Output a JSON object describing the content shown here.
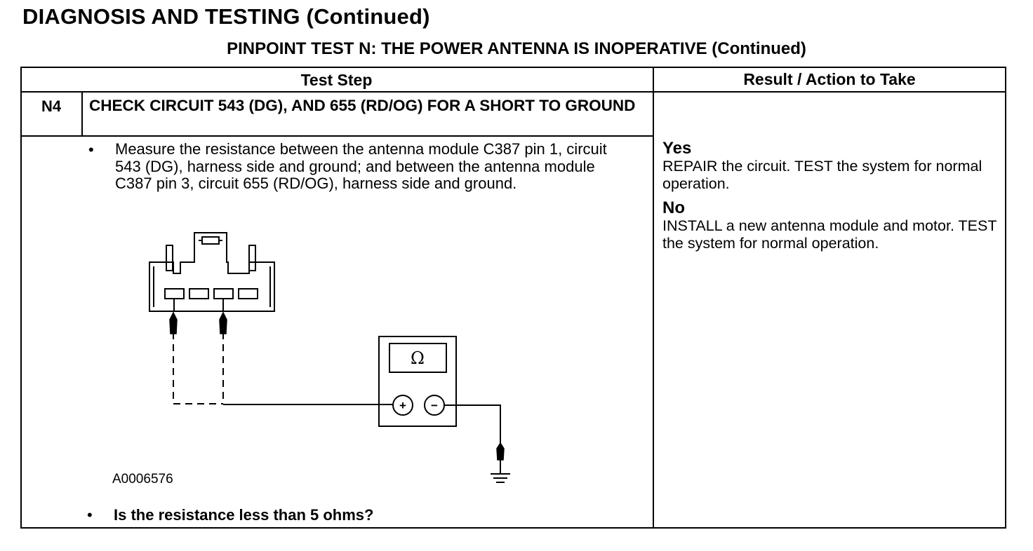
{
  "page_title": "DIAGNOSIS AND TESTING (Continued)",
  "test_title": "PINPOINT TEST N: THE POWER ANTENNA IS INOPERATIVE (Continued)",
  "table": {
    "header_step": "Test Step",
    "header_result": "Result / Action to Take"
  },
  "step": {
    "id": "N4",
    "title": "CHECK CIRCUIT 543 (DG), AND 655 (RD/OG) FOR A SHORT TO GROUND",
    "bullet": "•",
    "instruction": "Measure the resistance between the antenna module C387 pin 1, circuit 543 (DG), harness side and ground; and between the antenna module C387 pin 3, circuit 655 (RD/OG), harness side and ground.",
    "figure_id": "A0006576",
    "meter_symbol": "Ω",
    "plus": "+",
    "minus": "−",
    "question": "Is the resistance less than 5 ohms?"
  },
  "results": {
    "yes_label": "Yes",
    "yes_text": "REPAIR the circuit. TEST the system for normal operation.",
    "no_label": "No",
    "no_text": "INSTALL a new antenna module and motor. TEST the system for normal operation."
  }
}
